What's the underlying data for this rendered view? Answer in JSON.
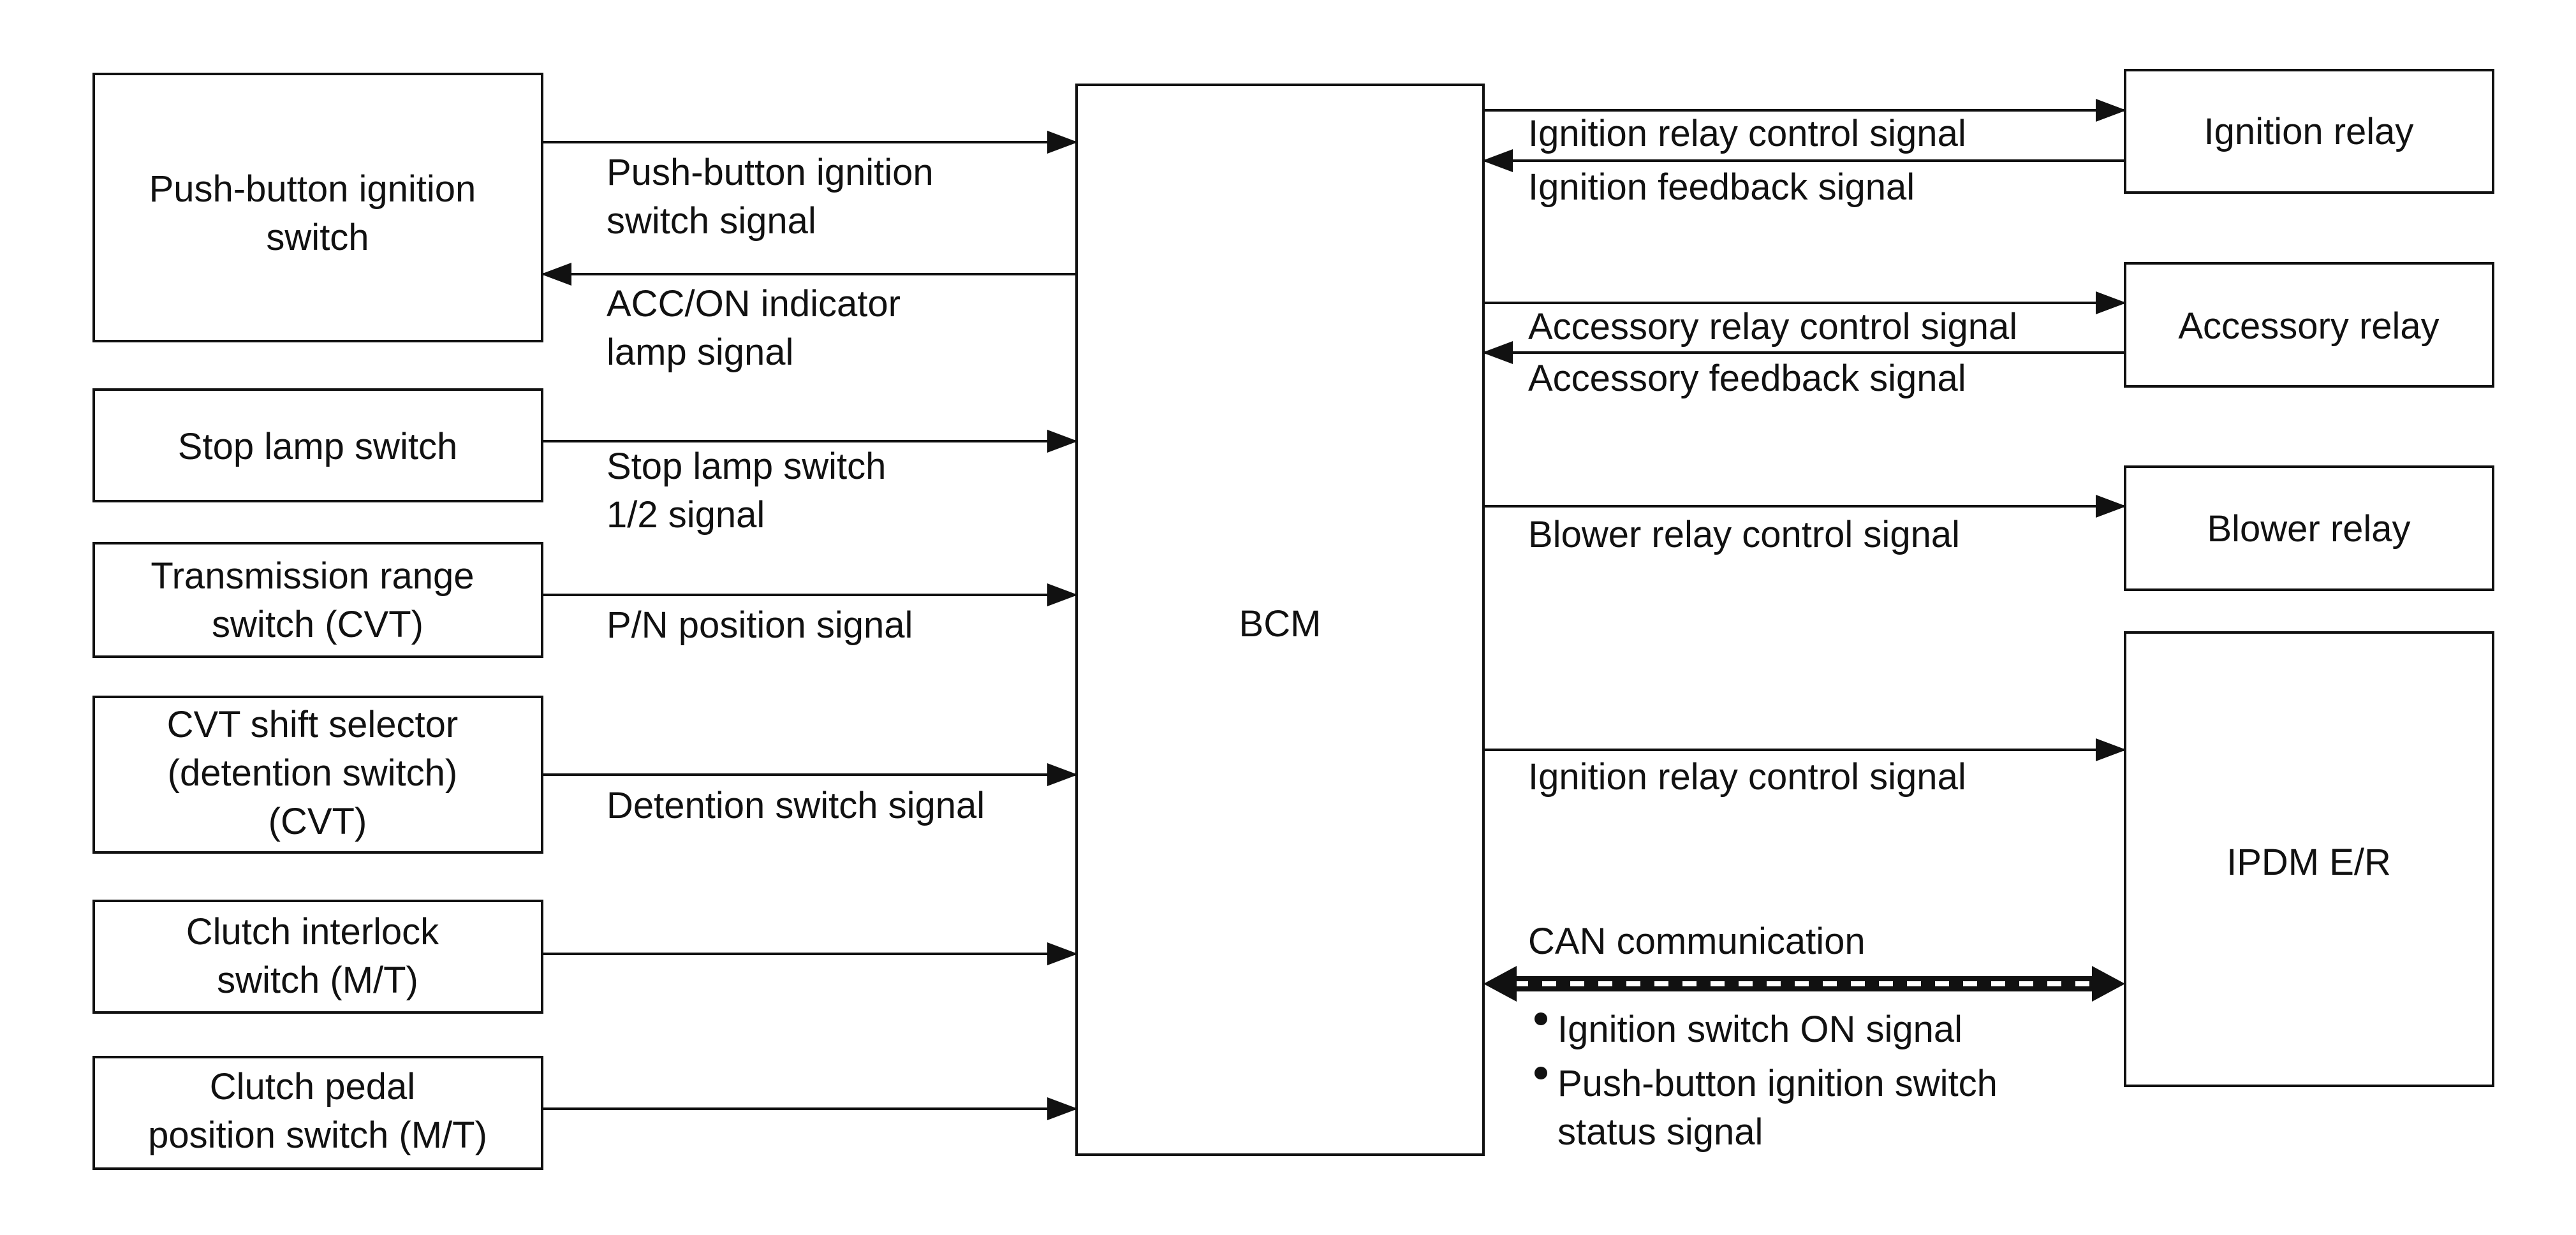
{
  "blocks": {
    "push_button_ignition_switch": [
      "Push-button ignition",
      "switch"
    ],
    "stop_lamp_switch": [
      "Stop lamp switch"
    ],
    "transmission_range_switch": [
      "Transmission range",
      "switch (CVT)"
    ],
    "cvt_shift_selector": [
      "CVT shift selector",
      "(detention switch)",
      "(CVT)"
    ],
    "clutch_interlock_switch": [
      "Clutch interlock",
      "switch (M/T)"
    ],
    "clutch_pedal_position_switch": [
      "Clutch pedal",
      "position switch (M/T)"
    ],
    "bcm": [
      "BCM"
    ],
    "ignition_relay": [
      "Ignition relay"
    ],
    "accessory_relay": [
      "Accessory relay"
    ],
    "blower_relay": [
      "Blower relay"
    ],
    "ipdm_er": [
      "IPDM E/R"
    ]
  },
  "signals": {
    "push_button_switch_signal": [
      "Push-button ignition",
      "switch signal"
    ],
    "acc_on_indicator_signal": [
      "ACC/ON indicator",
      "lamp signal"
    ],
    "stop_lamp_switch_signal": [
      "Stop lamp switch",
      "1/2 signal"
    ],
    "pn_position_signal": [
      "P/N position signal"
    ],
    "detention_switch_signal": [
      "Detention switch signal"
    ],
    "ignition_relay_control_signal": [
      "Ignition relay control signal"
    ],
    "ignition_feedback_signal": [
      "Ignition feedback signal"
    ],
    "accessory_relay_control_signal": [
      "Accessory relay control signal"
    ],
    "accessory_feedback_signal": [
      "Accessory feedback signal"
    ],
    "blower_relay_control_signal": [
      "Blower relay control signal"
    ],
    "ipdm_ignition_relay_control_signal": [
      "Ignition relay control signal"
    ],
    "can_communication": [
      "CAN communication"
    ],
    "can_items": [
      [
        "Ignition switch ON signal"
      ],
      [
        "Push-button ignition switch",
        "status signal"
      ]
    ]
  },
  "colors": {
    "stroke": "#111111",
    "background": "#ffffff"
  }
}
